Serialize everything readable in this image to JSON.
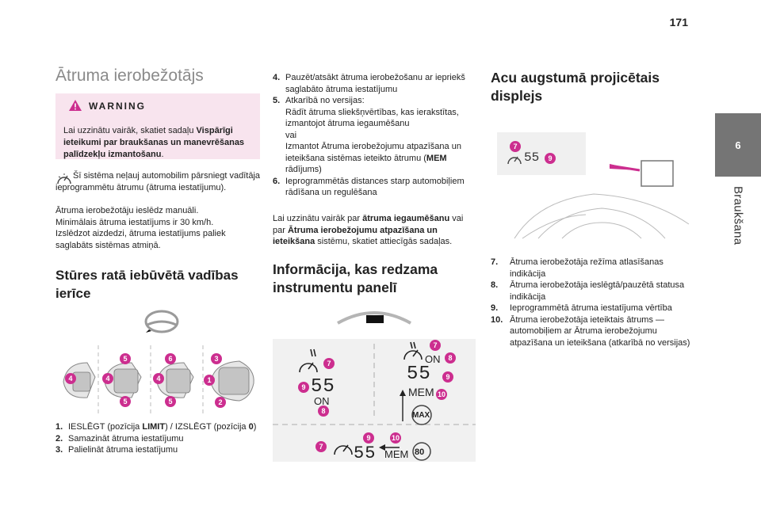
{
  "page_number": "171",
  "side_tab": {
    "number": "6",
    "label": "Braukšana"
  },
  "col1": {
    "title": "Ātruma ierobežotājs",
    "warning": {
      "title": "WARNING",
      "text_pre": "Lai uzzinātu vairāk, skatiet sadaļu ",
      "text_bold": "Vispārīgi ieteikumi par braukšanas un manevrēšanas palīdzekļu izmantošanu",
      "text_post": "."
    },
    "intro_line1": "Šī sistēma neļauj automobilim pārsniegt vadītāja ieprogrammētu ātrumu (ātruma iestatījumu).",
    "intro_line2": "Ātruma ierobežotāju ieslēdz manuāli.",
    "intro_line3": "Minimālais ātruma iestatījums ir 30 km/h.",
    "intro_line4": "Izslēdzot aizdedzi, ātruma iestatījums paliek saglabāts sistēmas atmiņā.",
    "steering_title": "Stūres ratā iebūvētā vadības ierīce",
    "items": [
      {
        "n": "1.",
        "pre": "IESLĒGT (pozīcija ",
        "bold1": "LIMIT",
        "mid": ") / IZSLĒGT (pozīcija ",
        "bold2": "0",
        "post": ")"
      },
      {
        "n": "2.",
        "text": "Samazināt ātruma iestatījumu"
      },
      {
        "n": "3.",
        "text": "Palielināt ātruma iestatījumu"
      }
    ]
  },
  "col2": {
    "items": [
      {
        "n": "4.",
        "text": "Pauzēt/atsākt ātruma ierobežošanu ar iepriekš saglabāto ātruma iestatījumu"
      },
      {
        "n": "5.",
        "l1": "Atkarībā no versijas:",
        "l2": "Rādīt ātruma sliekšņvērtības, kas ierakstītas, izmantojot ātruma iegaumēšanu",
        "l3": "vai",
        "l4_pre": "Izmantot Ātruma ierobežojumu atpazīšana un ieteikšana sistēmas ieteikto ātrumu (",
        "l4_bold": "MEM",
        "l4_post": " rādījums)"
      },
      {
        "n": "6.",
        "text": "Ieprogrammētās distances starp automobiļiem rādīšana un regulēšana"
      }
    ],
    "note_pre": "Lai uzzinātu vairāk par ",
    "note_bold1": "ātruma iegaumēšanu",
    "note_mid": " vai par ",
    "note_bold2": "Ātruma ierobežojumu atpazīšana un ieteikšana",
    "note_post": " sistēmu, skatiet attiecīgās sadaļas.",
    "panel_title": "Informācija, kas redzama instrumentu panelī",
    "display": {
      "dashes": "55",
      "on": "ON",
      "mem": "MEM",
      "max": "MAX",
      "speed": "80"
    }
  },
  "col3": {
    "title": "Acu augstumā projicētais displejs",
    "hud_value": "55",
    "items": [
      {
        "n": "7.",
        "text": "Ātruma ierobežotāja režīma atlasīšanas indikācija"
      },
      {
        "n": "8.",
        "text": "Ātruma ierobežotāja ieslēgtā/pauzētā statusa indikācija"
      },
      {
        "n": "9.",
        "text": "Ieprogrammētā ātruma iestatījuma vērtība"
      },
      {
        "n": "10.",
        "text": "Ātruma ierobežotāja ieteiktais ātrums — automobiļiem ar Ātruma ierobežojumu atpazīšana un ieteikšana (atkarībā no versijas)"
      }
    ]
  },
  "colors": {
    "accent": "#cc2e8f",
    "warning_bg": "#f8e4ee",
    "tab_bg": "#757575"
  }
}
